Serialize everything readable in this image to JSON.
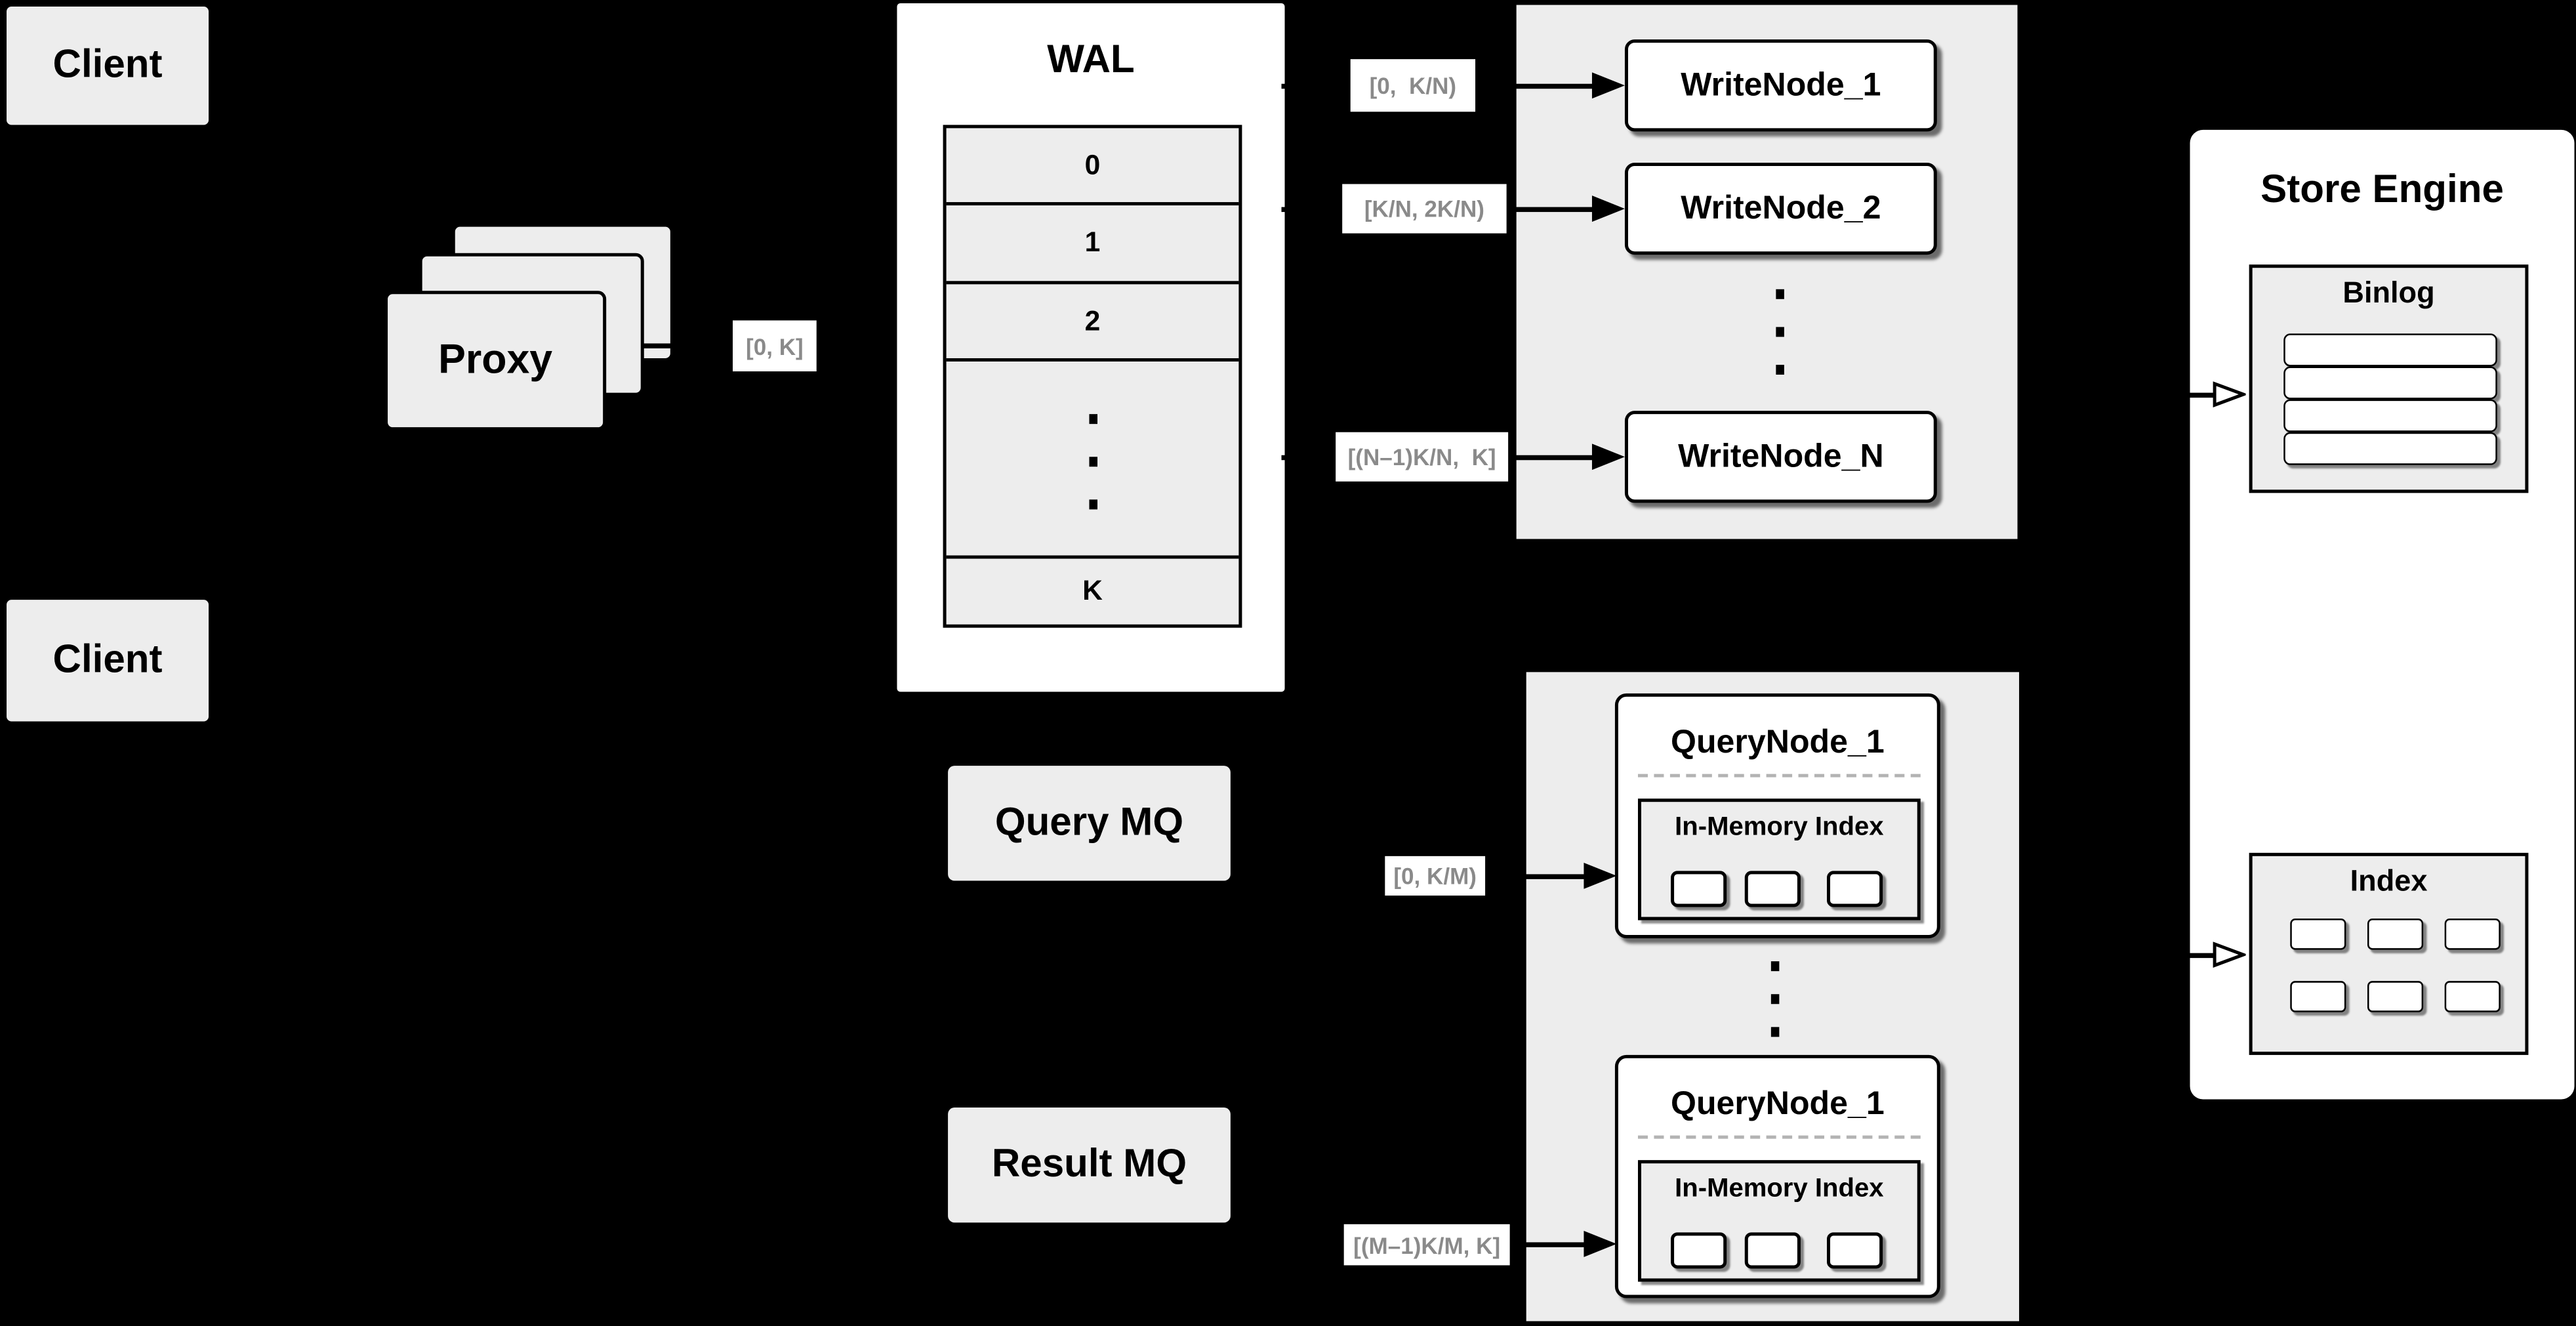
{
  "diagram": {
    "clients": {
      "top": "Client",
      "bottom": "Client"
    },
    "proxy": {
      "label": "Proxy"
    },
    "wal": {
      "title": "WAL",
      "slots": [
        "0",
        "1",
        "2",
        "K"
      ]
    },
    "write_group": {
      "nodes": [
        "WriteNode_1",
        "WriteNode_2",
        "WriteNode_N"
      ]
    },
    "mq": {
      "query": "Query MQ",
      "result": "Result MQ"
    },
    "query_group": {
      "nodes": [
        {
          "title": "QueryNode_1",
          "inner": "In-Memory Index"
        },
        {
          "title": "QueryNode_1",
          "inner": "In-Memory Index"
        }
      ]
    },
    "store_engine": {
      "title": "Store Engine",
      "binlog_title": "Binlog",
      "index_title": "Index"
    },
    "edge_labels": {
      "proxy_out": "[0, K]",
      "to_write_1": "[0,  K/N)",
      "to_write_2": "[K/N, 2K/N)",
      "to_write_n": "[(N–1)K/N,  K]",
      "to_query_1": "[0, K/M)",
      "to_query_2": "[(M–1)K/M, K]"
    },
    "colors": {
      "background": "#000000",
      "shape_fill": "#ededed",
      "node_fill": "#ffffff",
      "line": "#000000",
      "edge_label_text": "#8a8a8a"
    }
  }
}
